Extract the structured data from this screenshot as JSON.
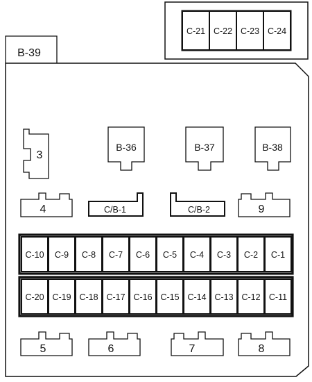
{
  "tab_label": "B-39",
  "top_fuses": [
    "C-21",
    "C-22",
    "C-23",
    "C-24"
  ],
  "relays": [
    "3",
    "4",
    "9",
    "5",
    "6",
    "7",
    "8"
  ],
  "connectors": [
    "B-36",
    "B-37",
    "B-38"
  ],
  "circuit_breakers": [
    "C/B-1",
    "C/B-2"
  ],
  "fuse_row_1": [
    "C-10",
    "C-9",
    "C-8",
    "C-7",
    "C-6",
    "C-5",
    "C-4",
    "C-3",
    "C-2",
    "C-1"
  ],
  "fuse_row_2": [
    "C-20",
    "C-19",
    "C-18",
    "C-17",
    "C-16",
    "C-15",
    "C-14",
    "C-13",
    "C-12",
    "C-11"
  ]
}
